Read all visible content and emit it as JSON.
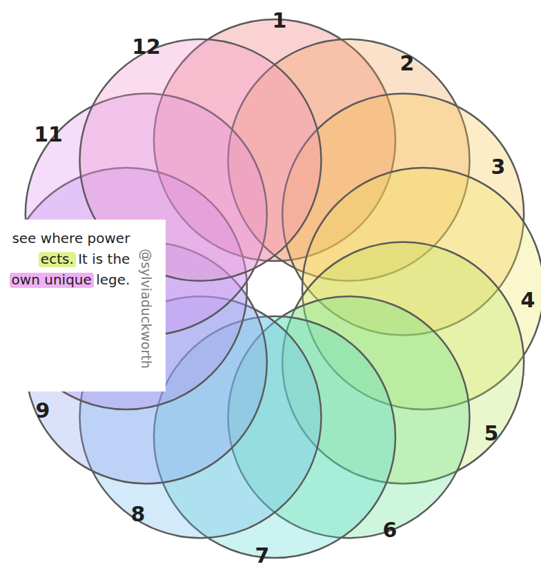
{
  "diagram": {
    "nodes": [
      {
        "text": [
          "see where power ects. It is the own unique lege.",
          "@sylviaduckworth"
        ]
      }
    ],
    "labels": [
      "1",
      "2",
      "3",
      "4",
      "5",
      "6",
      "7",
      "8",
      "9",
      "11",
      "12"
    ]
  }
}
